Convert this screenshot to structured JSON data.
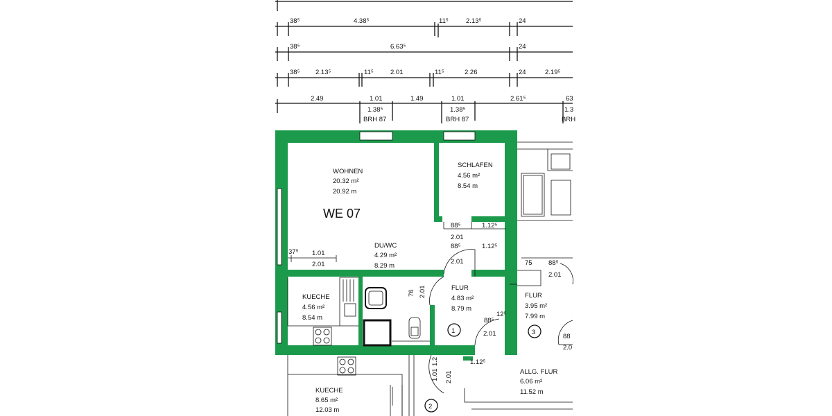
{
  "plan": {
    "unit_label": "WE 07",
    "wall_color": "#1c9a4c",
    "dimension_rows": [
      [
        "38⁵",
        "4.38⁵",
        "11⁵",
        "2.13⁵",
        "24"
      ],
      [
        "38⁵",
        "6.63⁵",
        "24"
      ],
      [
        "38⁵",
        "2.13⁵",
        "11⁵",
        "2.01",
        "11⁵",
        "2.26",
        "24",
        "2.19⁵"
      ],
      [
        "2.49",
        "1.01",
        "1.49",
        "1.01",
        "2.61⁵",
        "63"
      ]
    ],
    "windows": [
      {
        "size": "1.38⁵",
        "brh": "BRH 87"
      },
      {
        "size": "1.38⁵",
        "brh": "BRH 87"
      },
      {
        "size": "1.3",
        "brh": "BRH"
      }
    ],
    "rooms": {
      "wohnen": {
        "name": "WOHNEN",
        "area": "20.32 m²",
        "perimeter": "20.92 m"
      },
      "schlafen": {
        "name": "SCHLAFEN",
        "area": "4.56 m²",
        "perimeter": "8.54 m"
      },
      "duwc": {
        "name": "DU/WC",
        "area": "4.29 m²",
        "perimeter": "8.29 m"
      },
      "kueche": {
        "name": "KUECHE",
        "area": "4.56 m²",
        "perimeter": "8.54 m"
      },
      "flur": {
        "name": "FLUR",
        "area": "4.83 m²",
        "perimeter": "8.79 m"
      },
      "flur3": {
        "name": "FLUR",
        "area": "3.95 m²",
        "perimeter": "7.99 m"
      },
      "allg_flur": {
        "name": "ALLG. FLUR",
        "area": "6.06 m²",
        "perimeter": "11.52 m"
      },
      "kueche2": {
        "name": "KUECHE",
        "area": "8.65 m²",
        "perimeter": "12.03 m"
      }
    },
    "door_dims": {
      "schlafen_a": "88⁵",
      "schlafen_b": "1.12⁵",
      "schlafen_h": "2.01",
      "bad_a": "88⁵",
      "bad_b": "1.12⁵",
      "bad_h": "2.01",
      "wohnen_a": "37⁵",
      "wohnen_b": "1.01",
      "wohnen_h": "2.01",
      "flur3_a": "75",
      "flur3_b": "88⁵",
      "flur3_h": "2.01",
      "entry_a": "88⁵",
      "entry_b": "12⁵",
      "entry_h": "2.01",
      "allg_a": "1.12⁵",
      "bath_door_a": "76",
      "bath_door_h": "2.01",
      "stair_a": "1.01",
      "stair_b": "1.2",
      "stair_h": "2.01",
      "right_a": "88",
      "right_h": "2.0"
    },
    "markers": [
      "1",
      "2",
      "3"
    ]
  }
}
